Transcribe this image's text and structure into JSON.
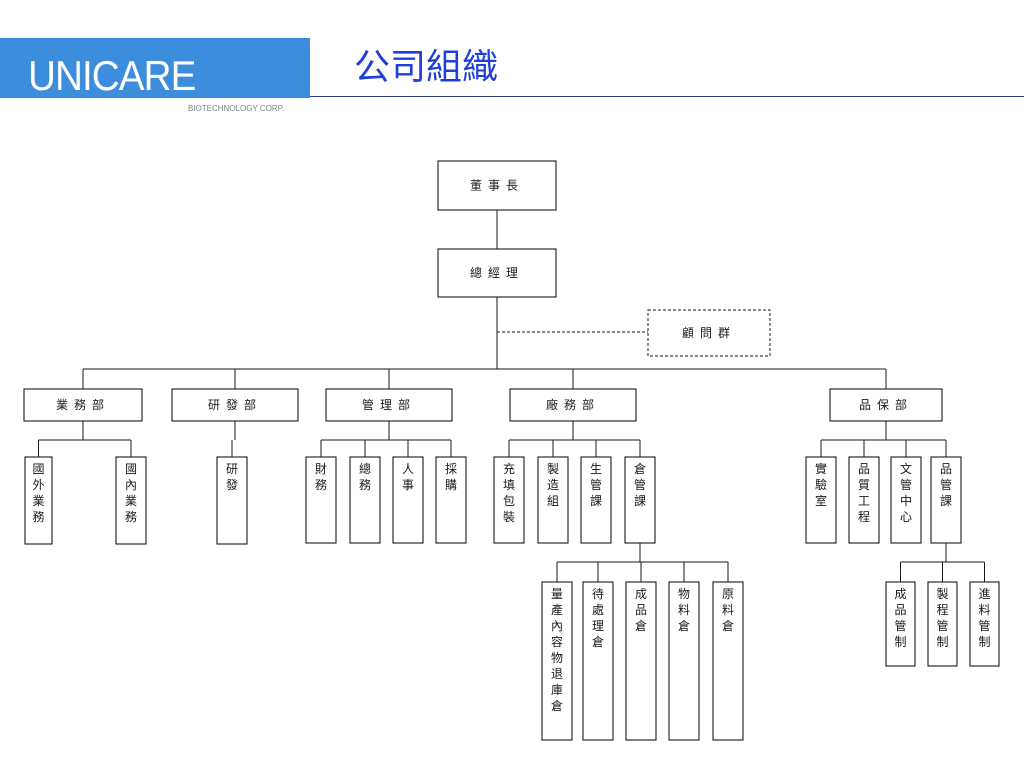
{
  "header": {
    "logo_text": "UNICARE",
    "logo_subtext": "BIOTECHNOLOGY CORP.",
    "title": "公司組織",
    "brand_color": "#3d8ddd",
    "title_color": "#1f3fd8"
  },
  "org_chart": {
    "top": "董事長",
    "general_manager": "總經理",
    "advisors": "顧問群",
    "departments": [
      {
        "name": "業務部",
        "units": [
          "國外業務",
          "國內業務"
        ]
      },
      {
        "name": "研發部",
        "units": [
          "研發"
        ]
      },
      {
        "name": "管理部",
        "units": [
          "財務",
          "總務",
          "人事",
          "採購"
        ]
      },
      {
        "name": "廠務部",
        "units": [
          "充填包裝",
          "製造組",
          "生管課",
          "倉管課"
        ],
        "sub_units": [
          "量產內容物退庫倉",
          "待處理倉",
          "成品倉",
          "物料倉",
          "原料倉"
        ]
      },
      {
        "name": "品保部",
        "units": [
          "實驗室",
          "品質工程",
          "文管中心",
          "品管課"
        ],
        "sub_units": [
          "成品管制",
          "製程管制",
          "進料管制"
        ]
      }
    ]
  }
}
